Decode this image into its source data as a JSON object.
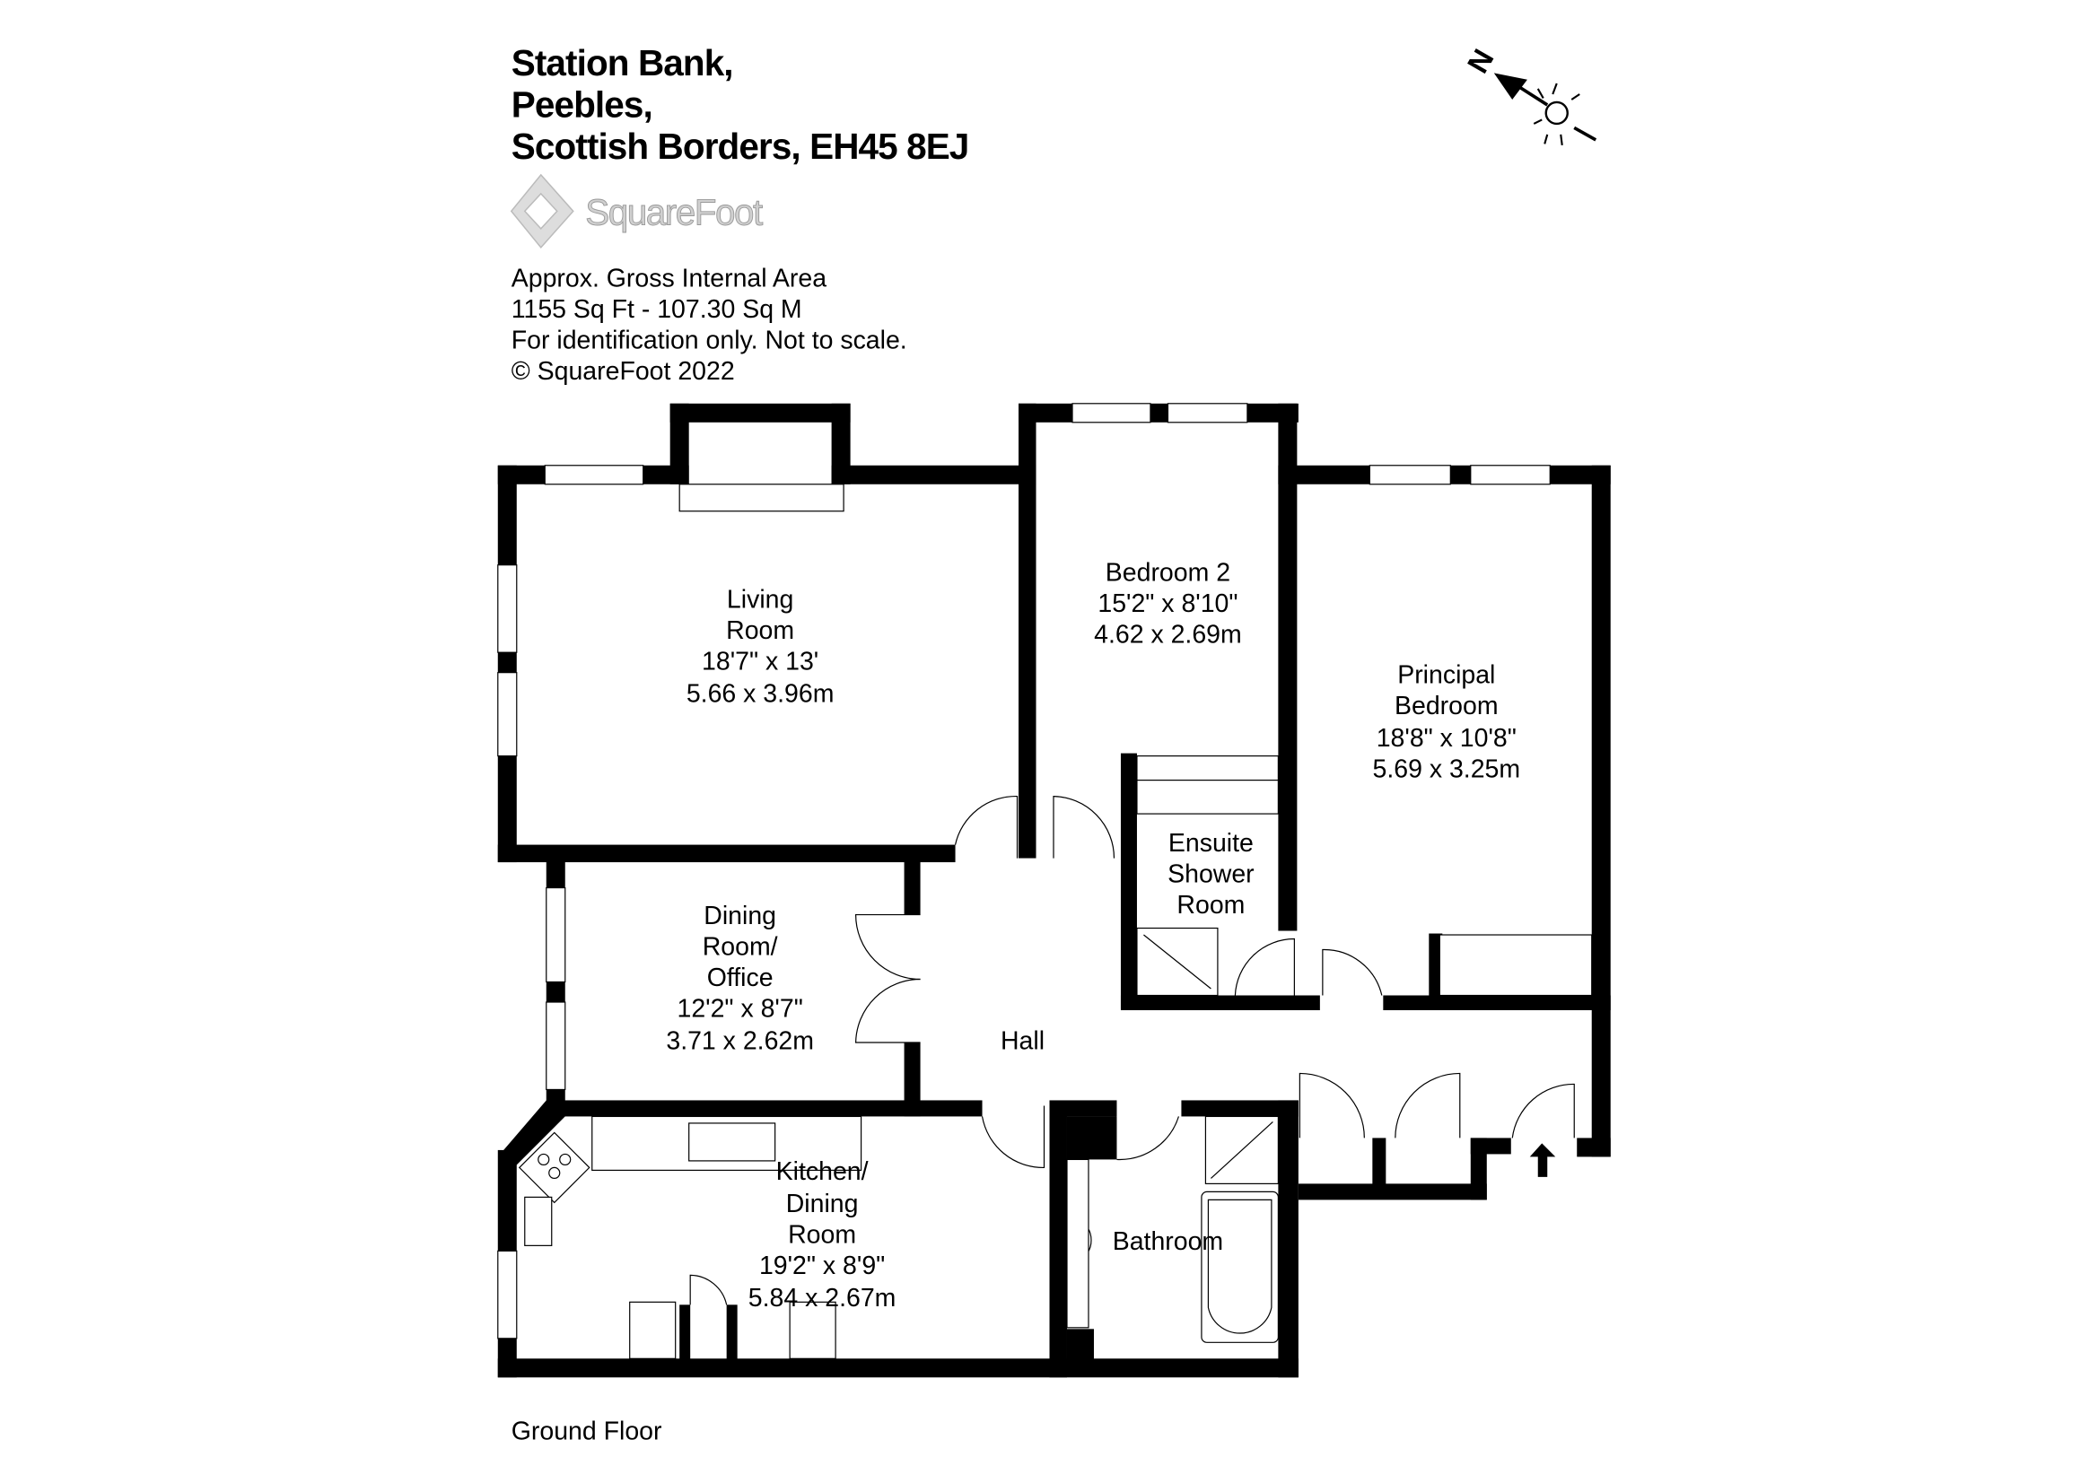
{
  "address": {
    "line1": "Station Bank,",
    "line2": "Peebles,",
    "line3": "Scottish Borders, EH45 8EJ"
  },
  "logo": {
    "text": "SquareFoot",
    "color": "#c8c8c8"
  },
  "area_info": {
    "line1": "Approx. Gross Internal Area",
    "line2": "1155 Sq Ft  -  107.30 Sq M",
    "line3": "For identification only. Not to scale.",
    "line4": "© SquareFoot 2022"
  },
  "compass": {
    "north_label": "N",
    "icon": "north-arrow-sun-icon"
  },
  "rooms": {
    "living": {
      "l1": "Living",
      "l2": "Room",
      "imperial": "18'7\" x 13'",
      "metric": "5.66 x 3.96m"
    },
    "bedroom2": {
      "l1": "Bedroom 2",
      "imperial": "15'2\" x 8'10\"",
      "metric": "4.62 x 2.69m"
    },
    "principal": {
      "l1": "Principal",
      "l2": "Bedroom",
      "imperial": "18'8\" x 10'8\"",
      "metric": "5.69 x 3.25m"
    },
    "ensuite": {
      "l1": "Ensuite",
      "l2": "Shower",
      "l3": "Room"
    },
    "dining": {
      "l1": "Dining",
      "l2": "Room/",
      "l3": "Office",
      "imperial": "12'2\" x 8'7\"",
      "metric": "3.71 x 2.62m"
    },
    "hall": {
      "l1": "Hall"
    },
    "kitchen": {
      "l1": "Kitchen/",
      "l2": "Dining",
      "l3": "Room",
      "imperial": "19'2\" x 8'9\"",
      "metric": "5.84 x 2.67m"
    },
    "bathroom": {
      "l1": "Bathroom"
    }
  },
  "floor_label": "Ground Floor"
}
